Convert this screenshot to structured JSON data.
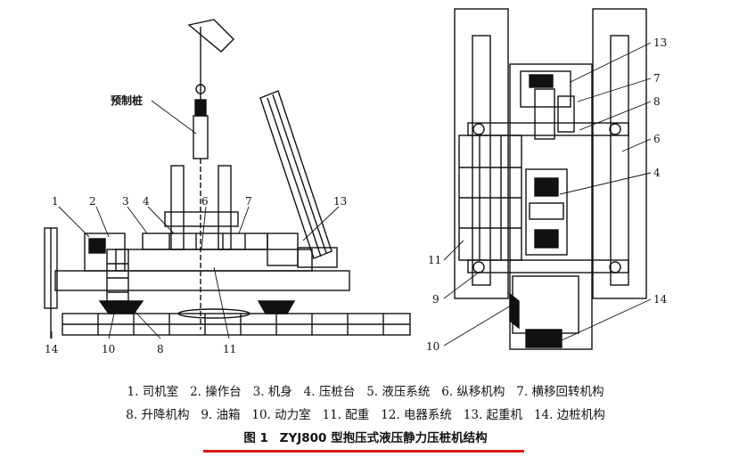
{
  "diagram": {
    "left_labels": [
      "1",
      "2",
      "3",
      "4",
      "6",
      "7",
      "13",
      "14",
      "10",
      "8",
      "11"
    ],
    "right_labels": [
      "13",
      "7",
      "8",
      "6",
      "4",
      "11",
      "9",
      "10",
      "14"
    ],
    "precast_pile_label": "预制桩"
  },
  "legend": {
    "line1": [
      "1. 司机室",
      "2. 操作台",
      "3. 机身",
      "4. 压桩台",
      "5. 液压系统",
      "6. 纵移机构",
      "7. 横移回转机构"
    ],
    "line2": [
      "8. 升降机构",
      "9. 油箱",
      "10. 动力室",
      "11. 配重",
      "12. 电器系统",
      "13. 起重机",
      "14. 边桩机构"
    ]
  },
  "caption": {
    "figure_no": "图 1",
    "title": "ZYJ800 型抱压式液压静力压桩机结构"
  },
  "colors": {
    "underline": "#e01818",
    "ink": "#111111"
  }
}
